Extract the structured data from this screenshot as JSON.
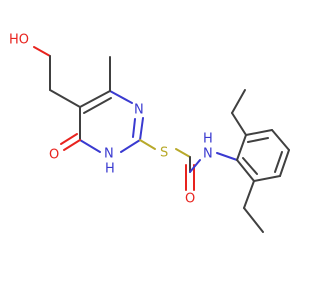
{
  "colors": {
    "bond": "#404040",
    "oxygen": "#e8231e",
    "nitrogen": "#3a3ad0",
    "sulfur": "#b8a92a",
    "background": "#ffffff"
  },
  "atoms": {
    "hydroxyl": "HO",
    "ring_nh": "H",
    "ring_nh_n": "N",
    "ring_n": "N",
    "carbonyl_o_ring": "O",
    "sulfur": "S",
    "amide_o": "O",
    "amide_n": "N",
    "amide_h": "H"
  }
}
